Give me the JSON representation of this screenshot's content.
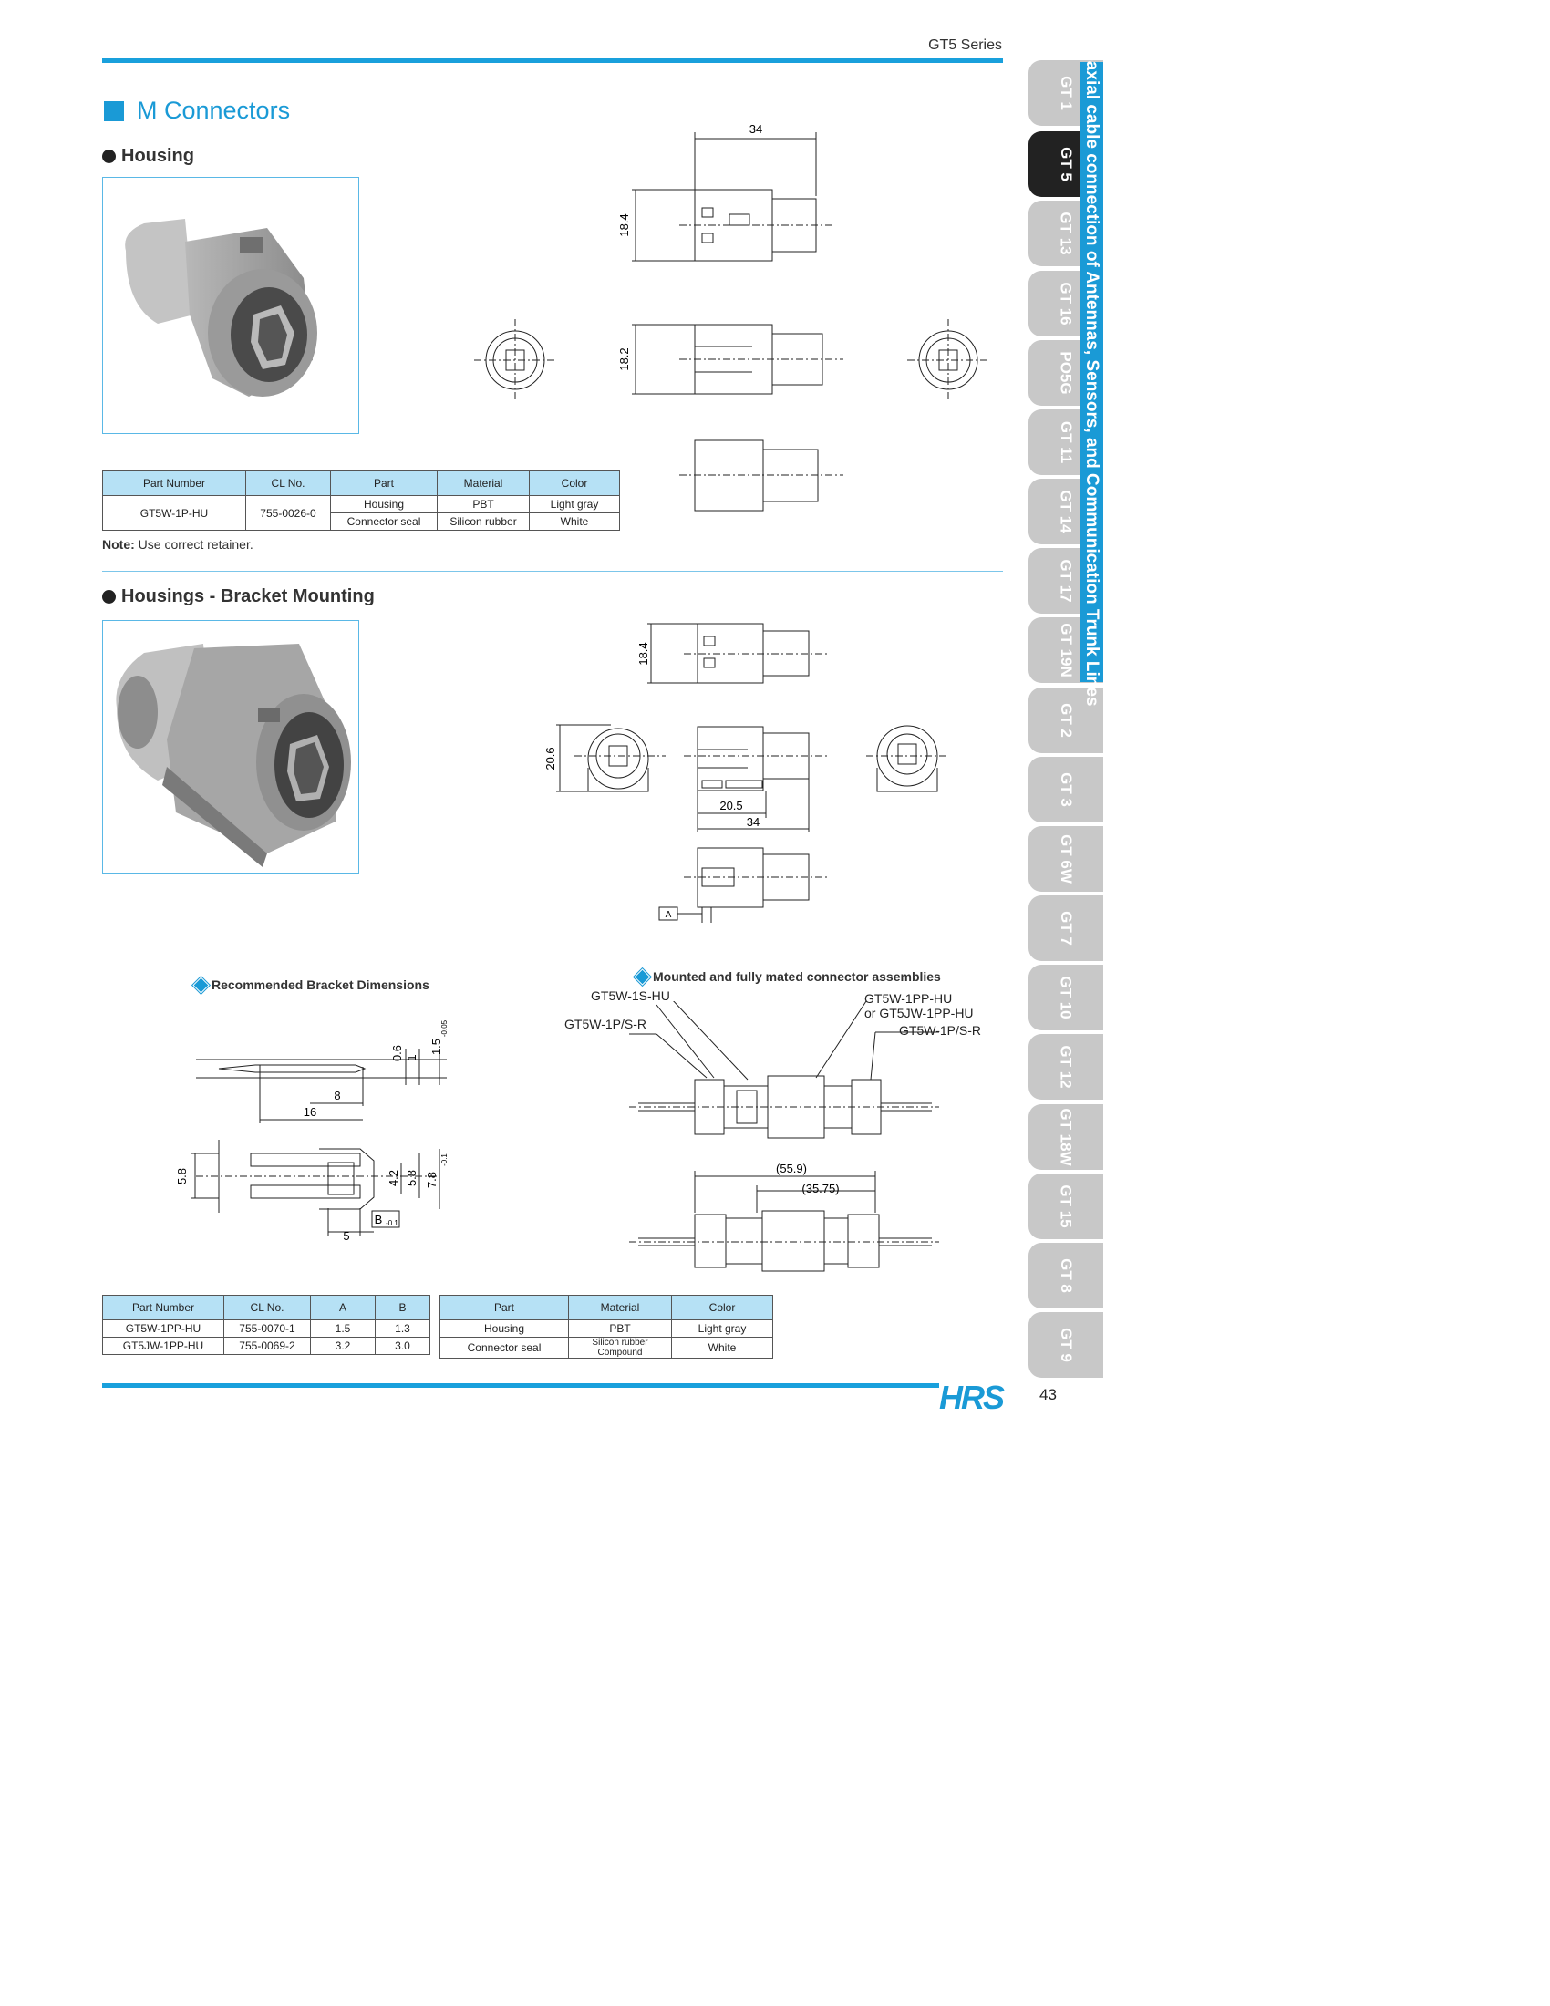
{
  "header": {
    "series": "GT5 Series"
  },
  "section_title": "M Connectors",
  "housing": {
    "title": "Housing",
    "dims": {
      "width": "34",
      "height1": "18.4",
      "height2": "18.2"
    },
    "table": {
      "headers": [
        "Part Number",
        "CL No.",
        "Part",
        "Material",
        "Color"
      ],
      "part_number": "GT5W-1P-HU",
      "cl_no": "755-0026-0",
      "rows": [
        {
          "part": "Housing",
          "material": "PBT",
          "color": "Light gray"
        },
        {
          "part": "Connector seal",
          "material": "Silicon rubber",
          "color": "White"
        }
      ]
    },
    "note_label": "Note:",
    "note_text": " Use correct retainer."
  },
  "bracket": {
    "title": "Housings - Bracket Mounting",
    "dims": {
      "height": "18.4",
      "side": "20.6",
      "inner": "20.5",
      "width": "34",
      "ref": "A"
    }
  },
  "recommended": {
    "title": "Recommended Bracket Dimensions",
    "dims": {
      "d06": "0.6",
      "d1": "1",
      "d15": "1.5",
      "d15_tol": "-0.05",
      "d8": "8",
      "d16": "16",
      "d58a": "5.8",
      "d42": "4.2",
      "d58b": "5.8",
      "d78": "7.8",
      "d78_tol": "-0.1",
      "dB": "B",
      "dB_tol": "-0.1",
      "d5": "5"
    }
  },
  "assemblies": {
    "title": "Mounted and fully mated connector assemblies",
    "labels": {
      "l1": "GT5W-1S-HU",
      "l2": "GT5W-1P/S-R",
      "l3": "GT5W-1PP-HU",
      "l4": "or GT5JW-1PP-HU",
      "l5": "GT5W-1P/S-R"
    },
    "dims": {
      "total": "(55.9)",
      "partial": "(35.75)"
    }
  },
  "table2": {
    "headers": [
      "Part Number",
      "CL No.",
      "A",
      "B"
    ],
    "rows": [
      {
        "part_number": "GT5W-1PP-HU",
        "cl_no": "755-0070-1",
        "a": "1.5",
        "b": "1.3"
      },
      {
        "part_number": "GT5JW-1PP-HU",
        "cl_no": "755-0069-2",
        "a": "3.2",
        "b": "3.0"
      }
    ]
  },
  "table3": {
    "headers": [
      "Part",
      "Material",
      "Color"
    ],
    "rows": [
      {
        "part": "Housing",
        "material": "PBT",
        "color": "Light gray"
      },
      {
        "part": "Connector seal",
        "material": "Silicon rubber Compound",
        "color": "White"
      }
    ]
  },
  "sidebar": {
    "text": "Coaxial cable connection of Antennas, Sensors, and Communication Trunk Lines",
    "tabs": [
      "GT 1",
      "GT 5",
      "GT 13",
      "GT 16",
      "PO5G",
      "GT 11",
      "GT 14",
      "GT 17",
      "GT 19N",
      "GT 2",
      "GT 3",
      "GT 6W",
      "GT 7",
      "GT 10",
      "GT 12",
      "GT 18W",
      "GT 15",
      "GT 8",
      "GT 9"
    ],
    "active": "GT 5"
  },
  "footer": {
    "logo": "HRS",
    "page": "43"
  },
  "colors": {
    "accent": "#1a9ad6",
    "table_header": "#b6e1f5"
  }
}
